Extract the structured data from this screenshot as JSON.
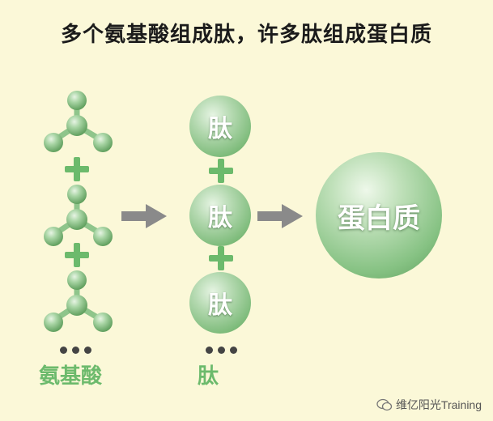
{
  "title": "多个氨基酸组成肽，许多肽组成蛋白质",
  "peptide_text": "肽",
  "protein_text": "蛋白质",
  "labels": {
    "amino_acid": "氨基酸",
    "peptide": "肽"
  },
  "watermark": "维亿阳光Training",
  "colors": {
    "background": "#fbf8d8",
    "accent_green": "#6cba6c",
    "arrow_gray": "#8a8a8a",
    "dots": "#444444"
  }
}
